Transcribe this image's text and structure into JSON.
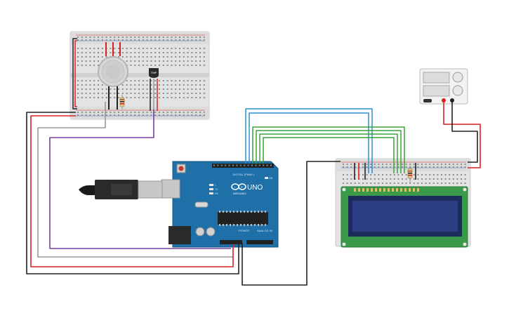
{
  "arduino": {
    "model_label": "UNO",
    "brand_label": "ARDUINO",
    "digital_header": "DIGITAL (PWM~)",
    "power_header": "POWER",
    "analog_header": "ANALOG IN",
    "on_label": "ON",
    "tx_label": "TX",
    "rx_label": "RX",
    "l_label": "L"
  },
  "sensor": {
    "temp_label": "TMP"
  },
  "colors": {
    "board": "#1f6fa8",
    "board_dark": "#17557f",
    "breadboard": "#e3e3e3",
    "breadboard_edge": "#c8c8c8",
    "lcd_pcb": "#3a9a4a",
    "lcd_screen": "#2c3e83",
    "wire_red": "#d92020",
    "wire_black": "#222222",
    "wire_gray": "#9a9a9a",
    "wire_purple": "#7a3ea0",
    "wire_blue": "#2a8fd0",
    "wire_green": "#3aa33a",
    "usb": "#c7c7c7"
  },
  "icons": [
    "arduino-infinity-logo",
    "reset-button",
    "usb-cable",
    "power-jack",
    "gas-sensor",
    "temperature-sensor",
    "resistor",
    "power-supply",
    "lcd-display"
  ]
}
